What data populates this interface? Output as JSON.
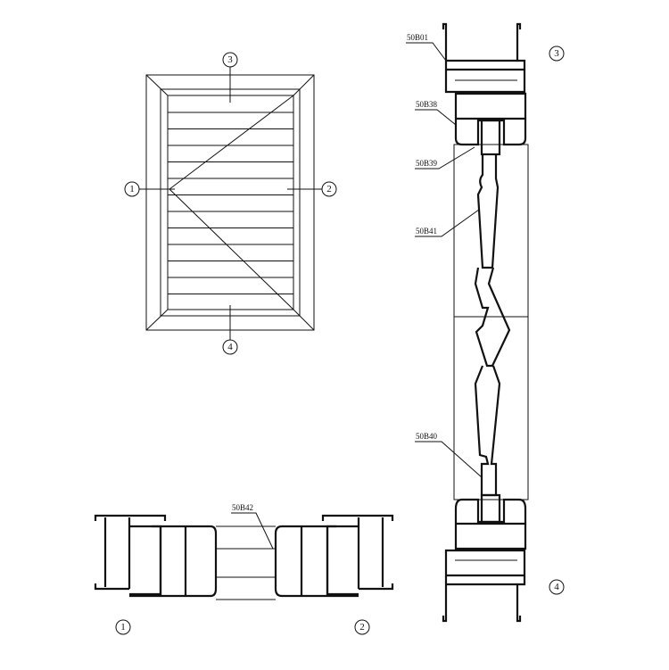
{
  "elevation": {
    "markers": [
      "1",
      "2",
      "3",
      "4"
    ]
  },
  "vertical_section": {
    "labels": {
      "top_frame": "50B01",
      "sash_top": "50B38",
      "louver_holder_top": "50B39",
      "louver_blade": "50B41",
      "louver_holder_bottom": "50B40"
    },
    "markers": {
      "top": "3",
      "bottom": "4"
    }
  },
  "horizontal_section": {
    "labels": {
      "mullion_profile": "50B42"
    },
    "markers": {
      "left": "1",
      "right": "2"
    }
  },
  "colors": {
    "line": "#111111",
    "background": "#ffffff"
  }
}
